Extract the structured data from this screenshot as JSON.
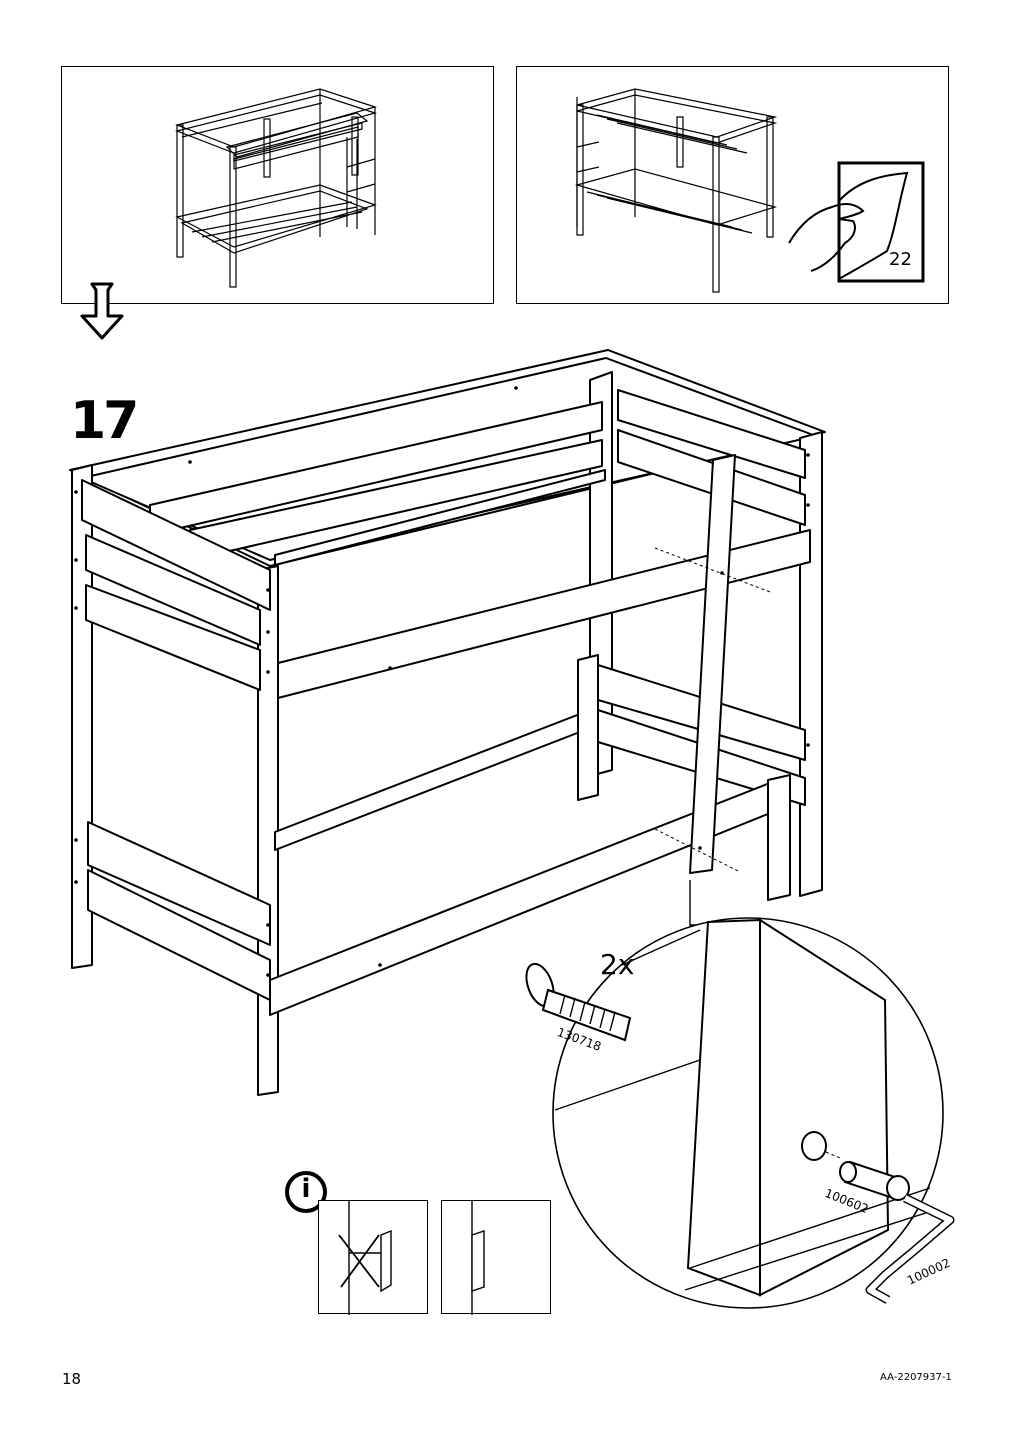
{
  "step": {
    "number": "17",
    "quantity": "2x",
    "parts": [
      {
        "id": "130718",
        "kind": "bolt"
      },
      {
        "id": "100602",
        "kind": "barrel-nut"
      },
      {
        "id": "100002",
        "kind": "allen-key"
      }
    ]
  },
  "overview": {
    "page_reference": "22"
  },
  "info_icon": "i",
  "footer": {
    "page_number": "18",
    "document_code": "AA-2207937-1"
  },
  "icons": [
    "down-arrow-icon",
    "turn-page-icon",
    "info-icon",
    "cross-icon"
  ],
  "colors": {
    "line": "#000000",
    "background": "#ffffff"
  }
}
